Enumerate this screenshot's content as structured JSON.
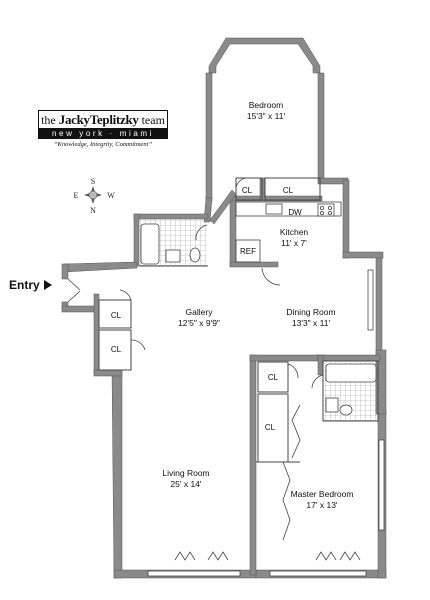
{
  "logo": {
    "prefix": "the",
    "brand": "JackyTeplitzky",
    "suffix": "team",
    "band": "new york · miami",
    "tagline": "“Knowledge, Integrity, Commitment”"
  },
  "compass": {
    "north": "N",
    "south": "S",
    "east": "E",
    "west": "W"
  },
  "entry": {
    "label": "Entry"
  },
  "rooms": {
    "bedroom": {
      "name": "Bedroom",
      "dims": "15'3\" x 11'"
    },
    "kitchen": {
      "name": "Kitchen",
      "dims": "11' x 7'"
    },
    "gallery": {
      "name": "Gallery",
      "dims": "12'5\" x 9'9\""
    },
    "dining": {
      "name": "Dining Room",
      "dims": "13'3\" x 11'"
    },
    "living": {
      "name": "Living Room",
      "dims": "25' x 14'"
    },
    "master": {
      "name": "Master Bedroom",
      "dims": "17' x 13'"
    }
  },
  "fixtures": {
    "closet": "CL",
    "dishwasher": "DW",
    "refrigerator": "REF"
  },
  "colors": {
    "wall": "#888888",
    "wall_edge": "#555555",
    "tile": "#9a9a9a"
  }
}
